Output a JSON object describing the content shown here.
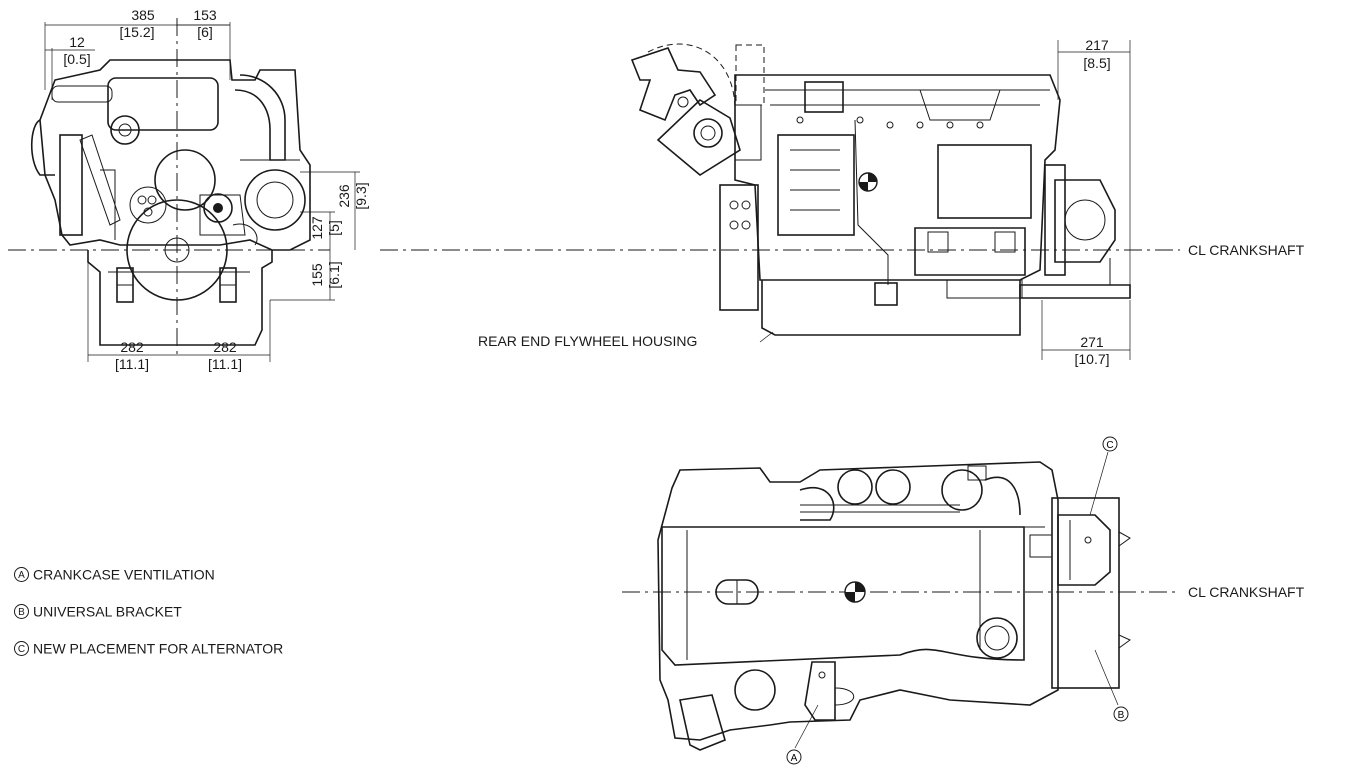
{
  "front_view": {
    "dims": {
      "d385": "385",
      "d385_in": "[15.2]",
      "d153": "153",
      "d153_in": "[6]",
      "d12": "12",
      "d12_in": "[0.5]",
      "d236": "236",
      "d236_in": "[9.3]",
      "d127": "127",
      "d127_in": "[5]",
      "d155": "155",
      "d155_in": "[6.1]",
      "d282a": "282",
      "d282a_in": "[11.1]",
      "d282b": "282",
      "d282b_in": "[11.1]"
    }
  },
  "side_view": {
    "dims": {
      "d217": "217",
      "d217_in": "[8.5]",
      "d271": "271",
      "d271_in": "[10.7]"
    },
    "rear_label": "REAR END FLYWHEEL HOUSING",
    "cl_label": "CL  CRANKSHAFT"
  },
  "top_view": {
    "cl_label": "CL  CRANKSHAFT",
    "callouts": {
      "a": "A",
      "b": "B",
      "c": "C"
    }
  },
  "legend": [
    {
      "mark": "A",
      "text": "CRANKCASE VENTILATION"
    },
    {
      "mark": "B",
      "text": "UNIVERSAL BRACKET"
    },
    {
      "mark": "C",
      "text": "NEW PLACEMENT FOR ALTERNATOR"
    }
  ],
  "colors": {
    "line": "#1a1a1a",
    "background": "#ffffff"
  }
}
